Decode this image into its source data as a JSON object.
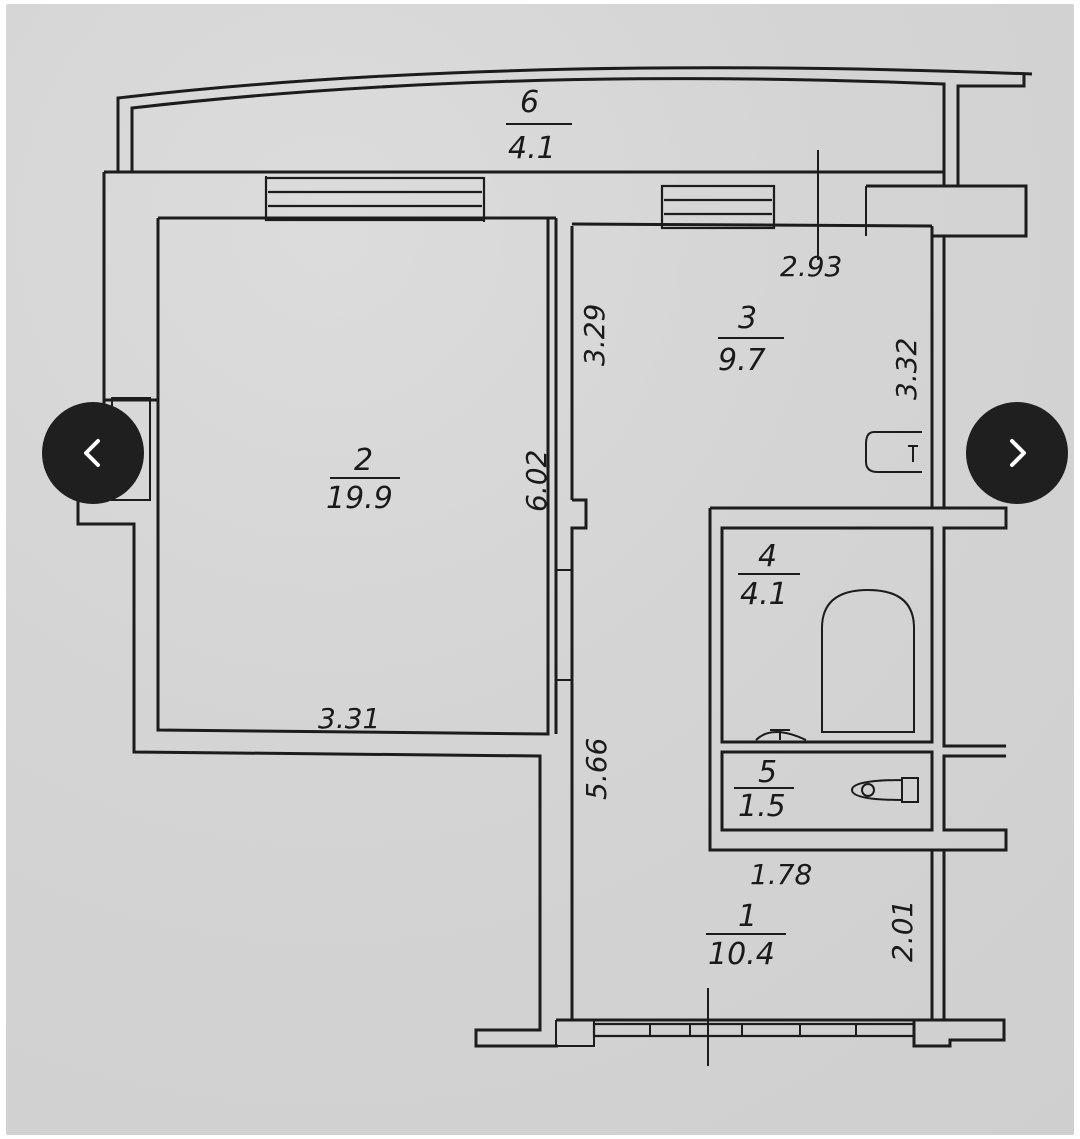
{
  "viewer": {
    "prev_icon": "chevron-left-icon",
    "next_icon": "chevron-right-icon"
  },
  "plan": {
    "rooms": [
      {
        "number": "6",
        "area": "4.1"
      },
      {
        "number": "3",
        "area": "9.7"
      },
      {
        "number": "2",
        "area": "19.9"
      },
      {
        "number": "4",
        "area": "4.1"
      },
      {
        "number": "5",
        "area": "1.5"
      },
      {
        "number": "1",
        "area": "10.4"
      }
    ],
    "dimensions": {
      "d293": "2.93",
      "d329": "3.29",
      "d332": "3.32",
      "d602": "6.02",
      "d331": "3.31",
      "d566": "5.66",
      "d178": "1.78",
      "d201": "2.01"
    }
  }
}
